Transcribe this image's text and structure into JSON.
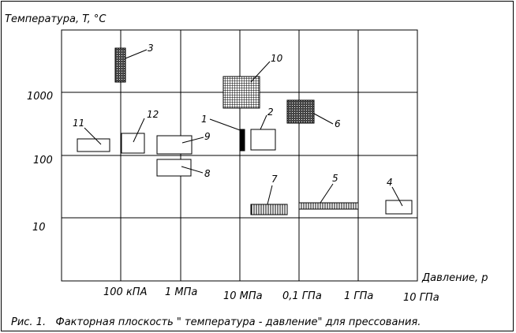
{
  "axis_y_title": "Температура, T, °C",
  "axis_x_title": "Давление, p",
  "y_ticks": [
    "1000",
    "100",
    "10"
  ],
  "x_ticks": [
    "100 кПА",
    "1 МПа",
    "10 МПа",
    "0,1 ГПа",
    "1 ГПа",
    "10 ГПа"
  ],
  "caption": "Рис. 1.   Факторная плоскость \" температура - давление\" для прессования.",
  "regions": [
    {
      "id": "1",
      "fill": "solid"
    },
    {
      "id": "2",
      "fill": "none"
    },
    {
      "id": "3",
      "fill": "dots"
    },
    {
      "id": "4",
      "fill": "none"
    },
    {
      "id": "5",
      "fill": "vlines"
    },
    {
      "id": "6",
      "fill": "dots"
    },
    {
      "id": "7",
      "fill": "vlines"
    },
    {
      "id": "8",
      "fill": "none"
    },
    {
      "id": "9",
      "fill": "none"
    },
    {
      "id": "10",
      "fill": "grid"
    },
    {
      "id": "11",
      "fill": "none"
    },
    {
      "id": "12",
      "fill": "none"
    }
  ]
}
